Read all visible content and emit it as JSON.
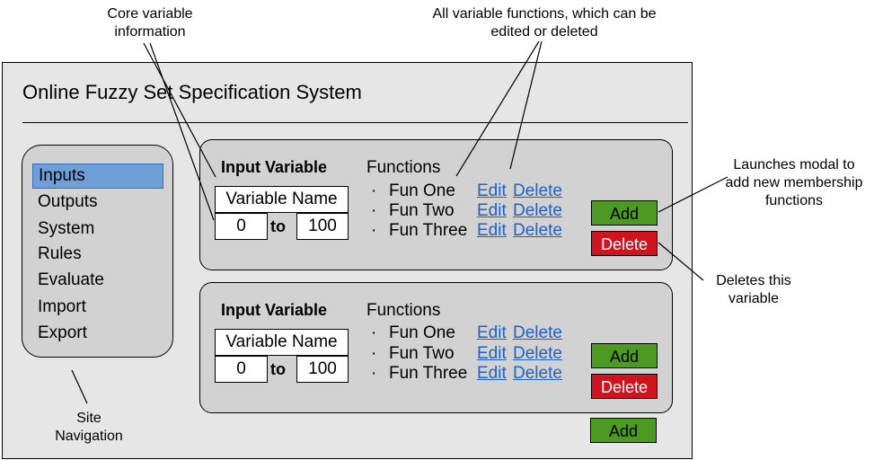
{
  "app": {
    "title": "Online Fuzzy Set Specification System"
  },
  "nav": {
    "items": [
      {
        "label": "Inputs",
        "active": true
      },
      {
        "label": "Outputs"
      },
      {
        "label": "System"
      },
      {
        "label": "Rules"
      },
      {
        "label": "Evaluate"
      },
      {
        "label": "Import"
      },
      {
        "label": "Export"
      }
    ]
  },
  "variables": [
    {
      "title": "Input Variable",
      "name_value": "Variable Name",
      "range_min": "0",
      "range_max": "100",
      "to_label": "to",
      "functions_heading": "Functions",
      "functions": [
        {
          "bullet": "·",
          "name": "Fun One",
          "edit": "Edit",
          "delete": "Delete"
        },
        {
          "bullet": "·",
          "name": "Fun Two",
          "edit": "Edit",
          "delete": "Delete"
        },
        {
          "bullet": "·",
          "name": "Fun Three",
          "edit": "Edit",
          "delete": "Delete"
        }
      ],
      "add_label": "Add",
      "delete_label": "Delete"
    },
    {
      "title": "Input Variable",
      "name_value": "Variable Name",
      "range_min": "0",
      "range_max": "100",
      "to_label": "to",
      "functions_heading": "Functions",
      "functions": [
        {
          "bullet": "·",
          "name": "Fun One",
          "edit": "Edit",
          "delete": "Delete"
        },
        {
          "bullet": "·",
          "name": "Fun Two",
          "edit": "Edit",
          "delete": "Delete"
        },
        {
          "bullet": "·",
          "name": "Fun Three",
          "edit": "Edit",
          "delete": "Delete"
        }
      ],
      "add_label": "Add",
      "delete_label": "Delete"
    }
  ],
  "add_variable_label": "Add",
  "annotations": {
    "core_info": [
      "Core variable",
      "information"
    ],
    "all_functions": [
      "All variable functions, which can be",
      "edited or deleted"
    ],
    "launch_modal": [
      "Launches modal to",
      "add new membership",
      "functions"
    ],
    "deletes_variable": [
      "Deletes this",
      "variable"
    ],
    "site_nav": [
      "Site",
      "Navigation"
    ]
  },
  "colors": {
    "frame_bg": "#e6e6e6",
    "panel_bg": "#d2d2d2",
    "nav_active": "#6f9fd8",
    "link": "#2062c6",
    "add_button": "#4c9a22",
    "delete_button": "#cf1420"
  }
}
